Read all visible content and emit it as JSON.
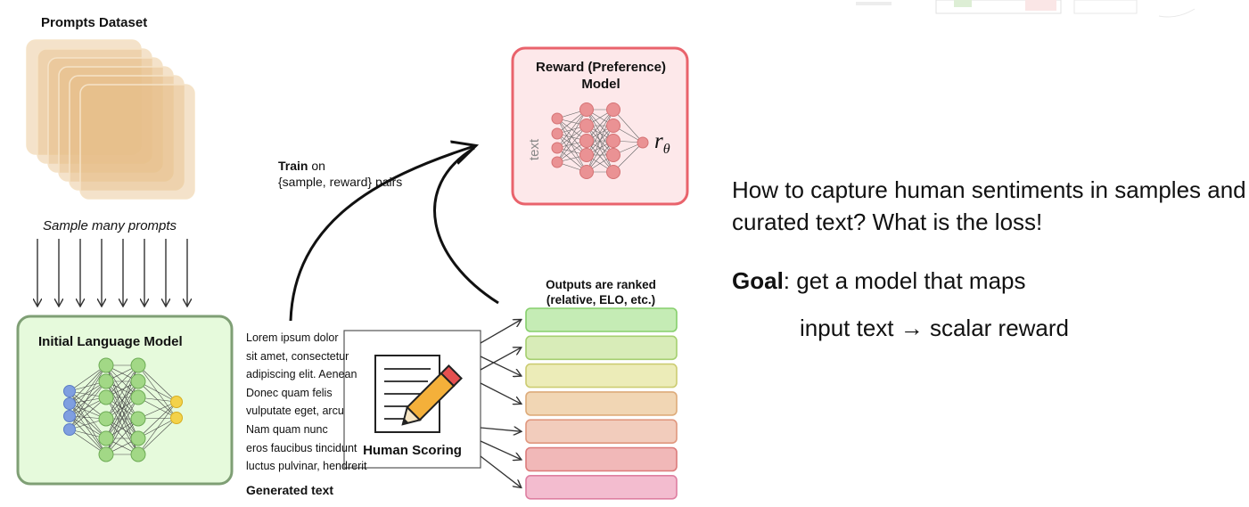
{
  "prompts_dataset": {
    "title": "Prompts Dataset",
    "sample_label": "Sample many prompts"
  },
  "language_model": {
    "title": "Initial Language Model"
  },
  "train": {
    "bold": "Train",
    "rest": " on",
    "line2": "{sample, reward} pairs"
  },
  "reward_model": {
    "title_line1": "Reward (Preference)",
    "title_line2": "Model",
    "input_label": "text",
    "output_symbol": "r",
    "output_subscript": "θ"
  },
  "generated": {
    "lines": [
      "Lorem ipsum dolor",
      "sit amet, consectetur",
      "adipiscing elit. Aenean",
      "Donec quam felis",
      "vulputate eget, arcu",
      "Nam quam nunc",
      "eros faucibus tincidunt",
      "luctus pulvinar, hendrerit"
    ],
    "label": "Generated text"
  },
  "human_scoring": {
    "label": "Human Scoring"
  },
  "ranked": {
    "title_line1": "Outputs are ranked",
    "title_line2": "(relative, ELO, etc.)",
    "bars": [
      {
        "fill": "#c5ecb5",
        "stroke": "#86cf6c"
      },
      {
        "fill": "#d8ecb8",
        "stroke": "#a5cf70"
      },
      {
        "fill": "#ececb8",
        "stroke": "#cccc72"
      },
      {
        "fill": "#f1d6b4",
        "stroke": "#ddab7a"
      },
      {
        "fill": "#f2ccbc",
        "stroke": "#e0977e"
      },
      {
        "fill": "#f1b8b8",
        "stroke": "#dc7b7b"
      },
      {
        "fill": "#f3bccf",
        "stroke": "#de7fa1"
      }
    ]
  },
  "question": {
    "text": "How to capture human sentiments in samples and curated text? What is the loss!"
  },
  "goal": {
    "bold": "Goal",
    "rest": ": get a model that maps",
    "mapping": "input text → scalar reward"
  },
  "colors": {
    "lm_fill": "#e6fadc",
    "lm_stroke": "#7f9f75",
    "rm_fill": "#fde8ea",
    "rm_stroke": "#e9636c",
    "node_green": "#a2d886",
    "node_blue": "#7f9fe0",
    "node_yellow": "#f3d24a",
    "node_pink": "#ea9294",
    "prompt_card": "#e7be8a"
  }
}
